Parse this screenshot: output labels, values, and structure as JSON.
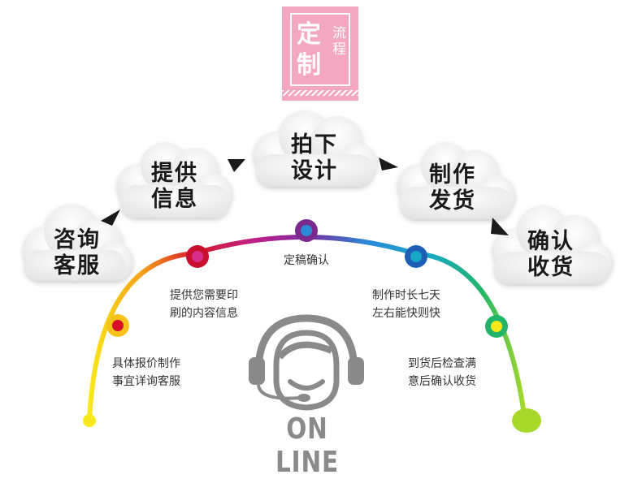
{
  "badge": {
    "big_1": "定",
    "big_2": "制",
    "small_1": "流",
    "small_2": "程"
  },
  "steps": [
    {
      "cloud_line1": "咨询",
      "cloud_line2": "客服",
      "desc_line1": "具体报价制作",
      "desc_line2": "事宜详询客服",
      "color": "#f5c21a"
    },
    {
      "cloud_line1": "提供",
      "cloud_line2": "信息",
      "desc_line1": "提供您需要印",
      "desc_line2": "刷的内容信息",
      "color": "#c8102e"
    },
    {
      "cloud_line1": "拍下",
      "cloud_line2": "设计",
      "desc_line1": "定稿确认",
      "desc_line2": "",
      "color": "#7a2a8c"
    },
    {
      "cloud_line1": "制作",
      "cloud_line2": "发货",
      "desc_line1": "制作时长七天",
      "desc_line2": "左右能快则快",
      "color": "#1c5fb5"
    },
    {
      "cloud_line1": "确认",
      "cloud_line2": "收货",
      "desc_line1": "到货后检查满",
      "desc_line2": "意后确认收货",
      "color": "#22b56a"
    }
  ],
  "online_label": "ON LINE"
}
